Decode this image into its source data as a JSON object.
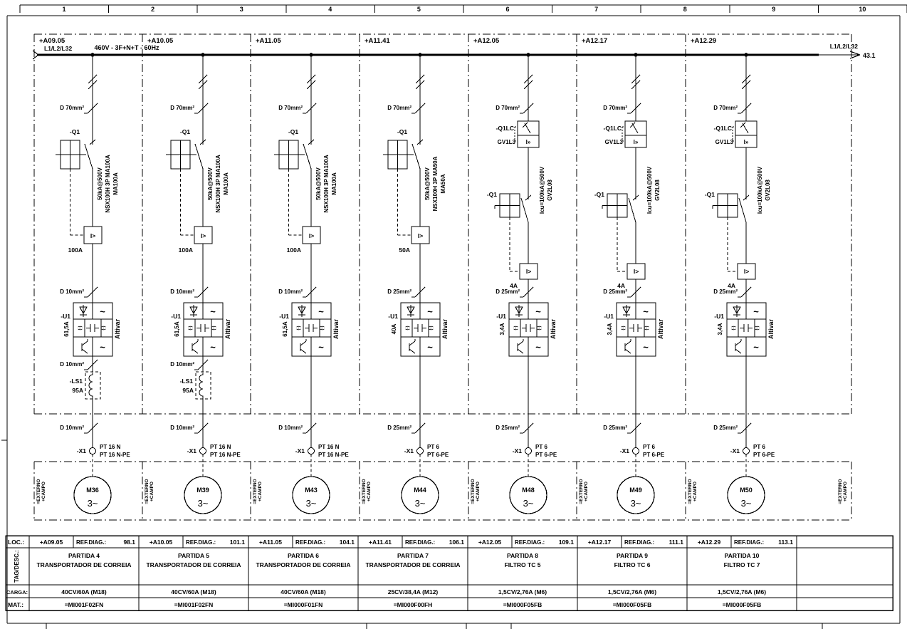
{
  "ruler": {
    "cols": [
      "1",
      "2",
      "3",
      "4",
      "5",
      "6",
      "7",
      "8",
      "9",
      "10"
    ]
  },
  "bus": {
    "name_left": "L1/L2/L32",
    "name_right": "L1/L2/L32",
    "voltage": "460V - 3F+N+T - 60Hz",
    "continuation": "43.1"
  },
  "sym": {
    "ac": "~",
    "minus": "(-)"
  },
  "externo": {
    "l1": "=EXTERNO",
    "l2": "+CAMPO"
  },
  "table_headers": {
    "loc": "LOC.:",
    "tag": "TAG/DESC.:",
    "carga": "CARGA:",
    "mat": "MAT.:",
    "ref": "REF.DIAG.:"
  },
  "branches": [
    {
      "section": "+A09.05",
      "kind": "nsx",
      "cable_top": "D 70mm²",
      "q1": "-Q1",
      "q1_rating": "100A",
      "ibox": "I>",
      "specs": [
        "50kA@500V",
        "NSX100H 3P MA100A",
        "MA100A"
      ],
      "cable_drive": "D 10mm²",
      "u1": "-U1",
      "u1_current": "61,5A",
      "u1_brand": "Altivar",
      "choke": {
        "cable": "D 10mm²",
        "tag": "-LS1",
        "rating": "95A"
      },
      "cable_motor": "D 10mm²",
      "x1": "-X1",
      "pt1": "PT 16 N",
      "pt2": "PT 16 N-PE",
      "motor": "M36",
      "motor_ph": "3~",
      "ref": "98.1",
      "desc1": "PARTIDA 4",
      "desc2": "TRANSPORTADOR DE CORREIA",
      "carga": "40CV/60A (M18)",
      "mat": "=MI001F02FN"
    },
    {
      "section": "+A10.05",
      "kind": "nsx",
      "cable_top": "D 70mm²",
      "q1": "-Q1",
      "q1_rating": "100A",
      "ibox": "I>",
      "specs": [
        "50kA@500V",
        "NSX100H 3P MA100A",
        "MA100A"
      ],
      "cable_drive": "D 10mm²",
      "u1": "-U1",
      "u1_current": "61,5A",
      "u1_brand": "Altivar",
      "choke": {
        "cable": "D 10mm²",
        "tag": "-LS1",
        "rating": "95A"
      },
      "cable_motor": "D 10mm²",
      "x1": "-X1",
      "pt1": "PT 16 N",
      "pt2": "PT 16 N-PE",
      "motor": "M39",
      "motor_ph": "3~",
      "ref": "101.1",
      "desc1": "PARTIDA 5",
      "desc2": "TRANSPORTADOR DE CORREIA",
      "carga": "40CV/60A (M18)",
      "mat": "=MI001F02FN"
    },
    {
      "section": "+A11.05",
      "kind": "nsx",
      "cable_top": "D 70mm²",
      "q1": "-Q1",
      "q1_rating": "100A",
      "ibox": "I>",
      "specs": [
        "50kA@500V",
        "NSX100H 3P MA100A",
        "MA100A"
      ],
      "cable_drive": "D 10mm²",
      "u1": "-U1",
      "u1_current": "61,5A",
      "u1_brand": "Altivar",
      "choke": null,
      "cable_motor": "D 10mm²",
      "x1": "-X1",
      "pt1": "PT 16 N",
      "pt2": "PT 16 N-PE",
      "motor": "M43",
      "motor_ph": "3~",
      "ref": "104.1",
      "desc1": "PARTIDA 6",
      "desc2": "TRANSPORTADOR DE CORREIA",
      "carga": "40CV/60A (M18)",
      "mat": "=MI000F01FN"
    },
    {
      "section": "+A11.41",
      "kind": "nsx",
      "cable_top": "D 70mm²",
      "q1": "-Q1",
      "q1_rating": "50A",
      "ibox": "I>",
      "specs": [
        "50kA@500V",
        "NSX100H 3P MA50A",
        "MA50A"
      ],
      "cable_drive": "D 25mm²",
      "u1": "-U1",
      "u1_current": "40A",
      "u1_brand": "Altivar",
      "choke": null,
      "cable_motor": "D 25mm²",
      "x1": "-X1",
      "pt1": "PT 6",
      "pt2": "PT 6-PE",
      "motor": "M44",
      "motor_ph": "3~",
      "ref": "106.1",
      "desc1": "PARTIDA 7",
      "desc2": "TRANSPORTADOR DE CORREIA",
      "carga": "25CV/38,4A (M12)",
      "mat": "=MI000F00FH"
    },
    {
      "section": "+A12.05",
      "kind": "gv",
      "cable_top": "D 70mm²",
      "q1lc": "-Q1LC",
      "gv_model": "GV1L3",
      "lc_ibox": "I»",
      "q1": "-Q1",
      "q1_rating": "4A",
      "ibox": "I>",
      "specs": [
        "Icu=100kA@500V",
        "GV2L08"
      ],
      "cable_drive": "D 25mm²",
      "u1": "-U1",
      "u1_current": "3,4A",
      "u1_brand": "Altivar",
      "choke": null,
      "cable_motor": "D 25mm²",
      "x1": "-X1",
      "pt1": "PT 6",
      "pt2": "PT 6-PE",
      "motor": "M48",
      "motor_ph": "3~",
      "ref": "109.1",
      "desc1": "PARTIDA 8",
      "desc2": "FILTRO TC 5",
      "carga": "1,5CV/2,76A (M6)",
      "mat": "=MI000F05FB"
    },
    {
      "section": "+A12.17",
      "kind": "gv",
      "cable_top": "D 70mm²",
      "q1lc": "-Q1LC",
      "gv_model": "GV1L3",
      "lc_ibox": "I»",
      "q1": "-Q1",
      "q1_rating": "4A",
      "ibox": "I>",
      "specs": [
        "Icu=100kA@500V",
        "GV2L08"
      ],
      "cable_drive": "D 25mm²",
      "u1": "-U1",
      "u1_current": "3,4A",
      "u1_brand": "Altivar",
      "choke": null,
      "cable_motor": "D 25mm²",
      "x1": "-X1",
      "pt1": "PT 6",
      "pt2": "PT 6-PE",
      "motor": "M49",
      "motor_ph": "3~",
      "ref": "111.1",
      "desc1": "PARTIDA 9",
      "desc2": "FILTRO TC 6",
      "carga": "1,5CV/2,76A (M6)",
      "mat": "=MI000F05FB"
    },
    {
      "section": "+A12.29",
      "kind": "gv",
      "cable_top": "D 70mm²",
      "q1lc": "-Q1LC",
      "gv_model": "GV1L3",
      "lc_ibox": "I»",
      "q1": "-Q1",
      "q1_rating": "4A",
      "ibox": "I>",
      "specs": [
        "Icu=100kA@500V",
        "GV2L08"
      ],
      "cable_drive": "D 25mm²",
      "u1": "-U1",
      "u1_current": "3,4A",
      "u1_brand": "Altivar",
      "choke": null,
      "cable_motor": "D 25mm²",
      "x1": "-X1",
      "pt1": "PT 6",
      "pt2": "PT 6-PE",
      "motor": "M50",
      "motor_ph": "3~",
      "ref": "113.1",
      "desc1": "PARTIDA 10",
      "desc2": "FILTRO TC 7",
      "carga": "1,5CV/2,76A (M6)",
      "mat": "=MI000F05FB"
    }
  ]
}
